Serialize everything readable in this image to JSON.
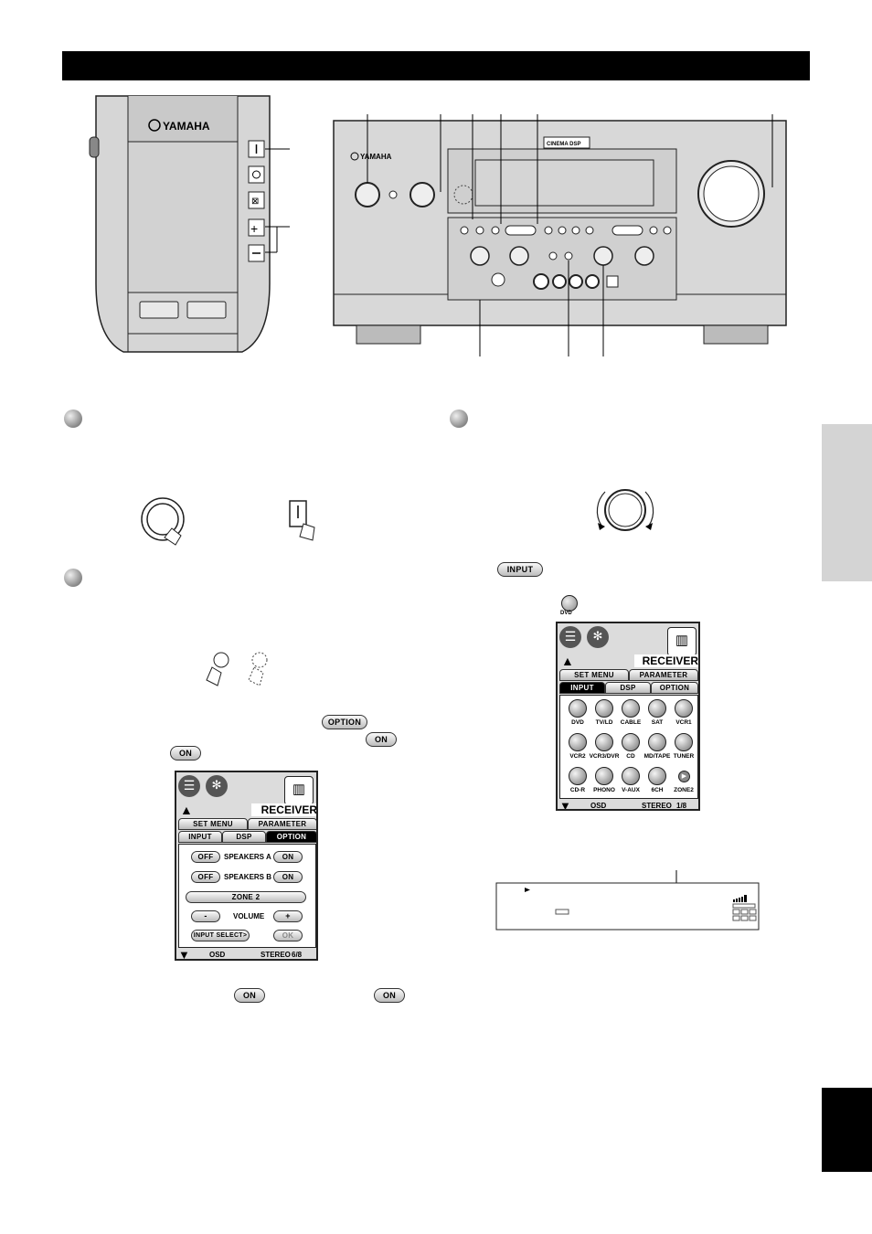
{
  "remote": {
    "brand": "YAMAHA"
  },
  "receiver": {
    "brand": "YAMAHA",
    "logo_badge": "CINEMA DSP"
  },
  "buttons": {
    "input_label": "INPUT",
    "option_label": "OPTION",
    "on_label": "ON",
    "dvd_label": "DVD"
  },
  "screen_option": {
    "title": "RECEIVER",
    "tabs_top": [
      "SET MENU",
      "PARAMETER"
    ],
    "tabs_bottom": [
      "INPUT",
      "DSP",
      "OPTION"
    ],
    "rows": [
      {
        "off": "OFF",
        "label": "SPEAKERS A",
        "on": "ON"
      },
      {
        "off": "OFF",
        "label": "SPEAKERS B",
        "on": "ON"
      }
    ],
    "zone": "ZONE 2",
    "volume": {
      "minus": "-",
      "label": "VOLUME",
      "plus": "+"
    },
    "input_select": "INPUT SELECT>",
    "ok": "OK",
    "footer": {
      "osd": "OSD",
      "mode": "STEREO",
      "page": "6/8"
    }
  },
  "screen_input": {
    "title": "RECEIVER",
    "tabs_top": [
      "SET MENU",
      "PARAMETER"
    ],
    "tabs_bottom": [
      "INPUT",
      "DSP",
      "OPTION"
    ],
    "sources": [
      "DVD",
      "TV/LD",
      "CABLE",
      "SAT",
      "VCR1",
      "VCR2",
      "VCR3/DVR",
      "CD",
      "MD/TAPE",
      "TUNER",
      "CD-R",
      "PHONO",
      "V-AUX",
      "6CH",
      "ZONE2"
    ],
    "footer": {
      "osd": "OSD",
      "mode": "STEREO",
      "page": "1/8"
    }
  }
}
